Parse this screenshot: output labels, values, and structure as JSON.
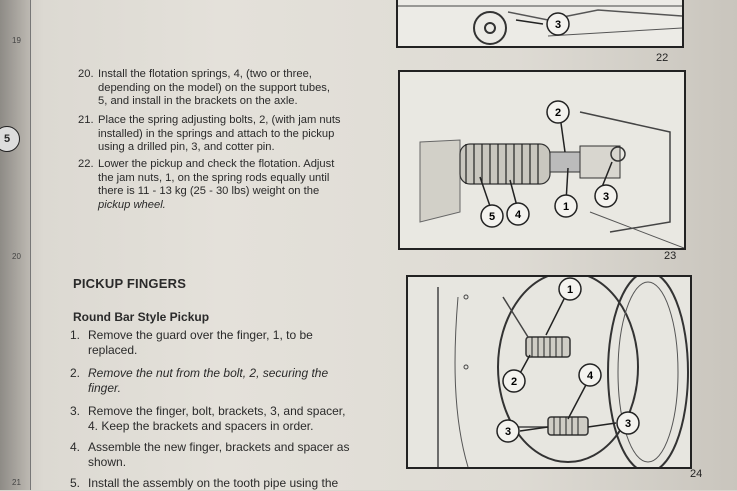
{
  "left_margin": {
    "page_refs": [
      "19",
      "20",
      "21"
    ],
    "callout": "5"
  },
  "steps": [
    {
      "num": "20.",
      "lines": [
        "Install the flotation springs, 4, (two or three,",
        "depending on the model) on the support tubes,",
        "5, and install in the brackets on the axle."
      ]
    },
    {
      "num": "21.",
      "lines": [
        "Place the spring adjusting bolts, 2, (with jam nuts",
        "installed) in the springs and attach to the pickup",
        "using a drilled pin, 3, and cotter pin."
      ]
    },
    {
      "num": "22.",
      "lines": [
        "Lower the pickup and check the flotation. Adjust",
        "the jam nuts, 1, on the spring rods equally until",
        "there is 11 - 13 kg (25 - 30 lbs) weight on the",
        "pickup wheel."
      ]
    }
  ],
  "section_title": "PICKUP FINGERS",
  "subsection_title": "Round Bar Style Pickup",
  "finger_steps": [
    {
      "num": "1.",
      "lines": [
        "Remove the guard over the finger, 1, to be",
        "replaced."
      ]
    },
    {
      "num": "2.",
      "lines": [
        "Remove the nut from the bolt, 2, securing the",
        "finger."
      ]
    },
    {
      "num": "3.",
      "lines": [
        "Remove the finger, bolt, brackets, 3, and spacer,",
        "4. Keep the brackets and spacers in order."
      ]
    },
    {
      "num": "4.",
      "lines": [
        "Assemble the new finger, brackets and spacer as",
        "shown."
      ]
    },
    {
      "num": "5.",
      "lines": [
        "Install the assembly on the tooth pipe using the"
      ]
    }
  ],
  "figures": [
    {
      "number": "22",
      "callouts": [
        "3"
      ]
    },
    {
      "number": "23",
      "callouts": [
        "2",
        "1",
        "5",
        "4",
        "3"
      ]
    },
    {
      "number": "24",
      "callouts": [
        "1",
        "2",
        "4",
        "3",
        "3"
      ]
    }
  ]
}
